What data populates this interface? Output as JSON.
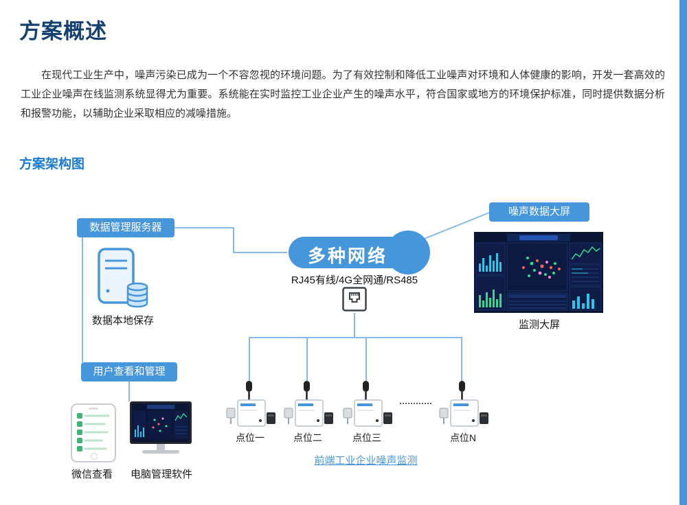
{
  "page": {
    "title": "方案概述",
    "intro": "在现代工业生产中，噪声污染已成为一个不容忽视的环境问题。为了有效控制和降低工业噪声对环境和人体健康的影响，开发一套高效的工业企业噪声在线监测系统显得尤为重要。系统能在实时监控工业企业产生的噪声水平，符合国家或地方的环境保护标准，同时提供数据分析和报警功能，以辅助企业采取相应的减噪措施。",
    "section_heading": "方案架构图"
  },
  "diagram": {
    "data_server_label": "数据管理服务器",
    "local_save_label": "数据本地保存",
    "user_manage_label": "用户查看和管理",
    "wechat_label": "微信查看",
    "pc_label": "电脑管理软件",
    "network_label": "多种网络",
    "network_types": "RJ45有线/4G全网通/RS485",
    "noise_screen_label": "噪声数据大屏",
    "monitor_screen_label": "监测大屏",
    "frontend_label": "前端工业企业噪声监测",
    "points": [
      "点位一",
      "点位二",
      "点位三",
      "点位N"
    ]
  },
  "colors": {
    "accent": "#4596da",
    "line": "#85b9e6",
    "title": "#16406f",
    "section": "#1a7ad0",
    "text": "#333333",
    "link": "#4596da",
    "wechat": "#3eb575"
  }
}
